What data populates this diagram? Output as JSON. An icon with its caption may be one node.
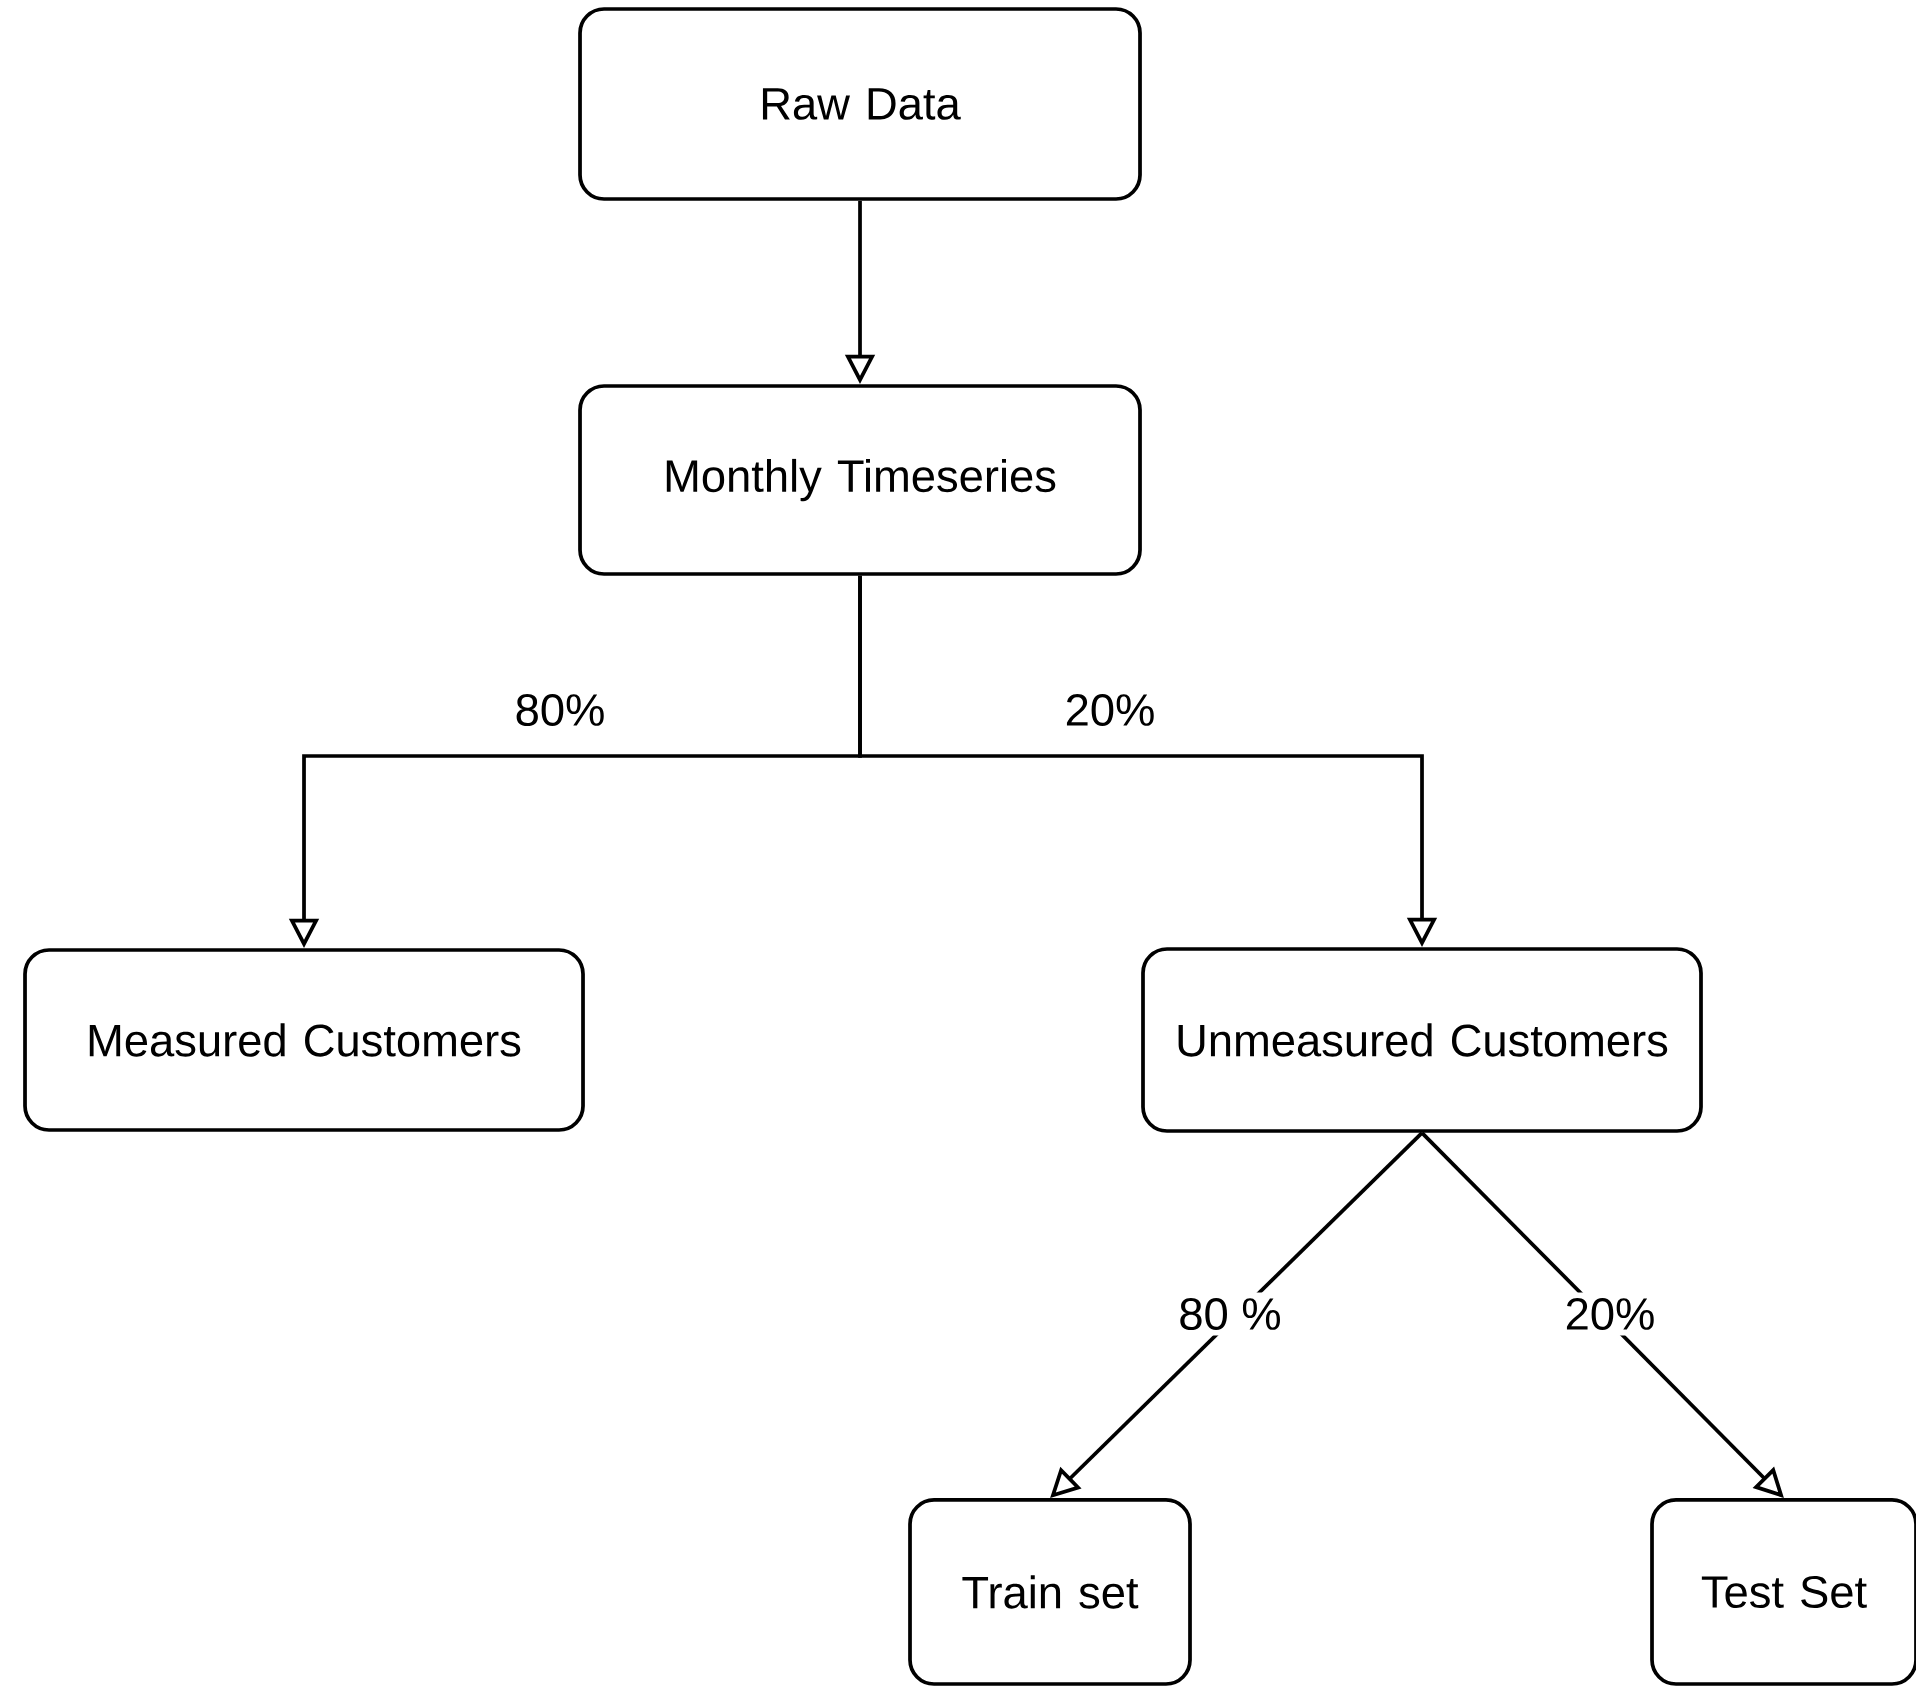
{
  "diagram": {
    "nodes": [
      {
        "text": [
          "Raw Data"
        ]
      },
      {
        "text": [
          "Monthly Timeseries"
        ]
      },
      {
        "text": [
          "Measured Customers"
        ]
      },
      {
        "text": [
          "Unmeasured Customers"
        ]
      },
      {
        "text": [
          "Train set"
        ]
      },
      {
        "text": [
          "Test Set"
        ]
      }
    ],
    "edges": [
      {
        "from": 0,
        "to": 1,
        "arrow": "to"
      },
      {
        "from": 1,
        "to": 2,
        "arrow": "to",
        "label": "80%"
      },
      {
        "from": 1,
        "to": 3,
        "arrow": "to",
        "label": "20%"
      },
      {
        "from": 3,
        "to": 4,
        "arrow": "to",
        "label": "80 %"
      },
      {
        "from": 3,
        "to": 5,
        "arrow": "to",
        "label": "20%"
      }
    ]
  }
}
